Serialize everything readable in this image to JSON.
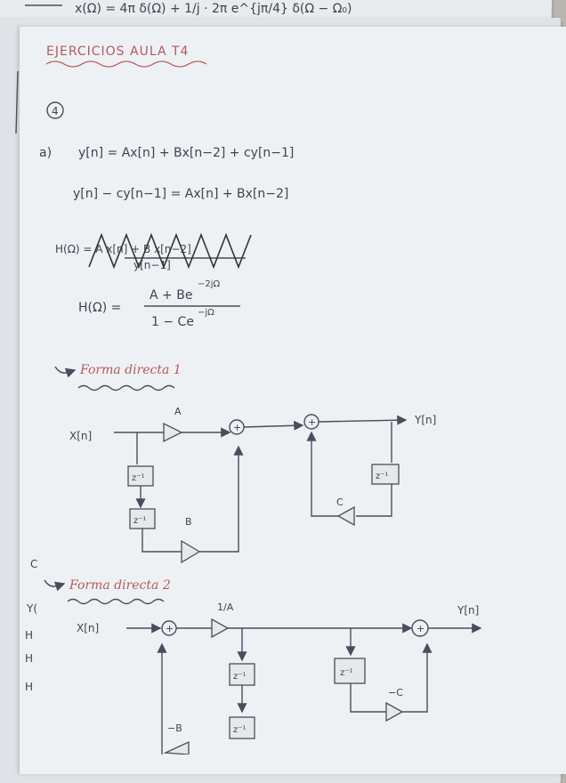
{
  "top_formula": "x(Ω) = 4π δ(Ω) + 1/j · 2π e^{jπ/4} δ(Ω − Ω₀)",
  "heading": "EJERCICIOS AULA T4",
  "problem_number": "4",
  "part_label": "a)",
  "eq1": "y[n] = Ax[n] + Bx[n−2] + cy[n−1]",
  "eq2": "y[n] − cy[n−1] = Ax[n] + Bx[n−2]",
  "crossed_num": "H(Ω) = A x[n] + B x[n−2]",
  "crossed_den": "y[n−1]",
  "h_lhs": "H(Ω) =",
  "h_num": "A + Be",
  "h_num_exp": "−2jΩ",
  "h_den": "1 − Ce",
  "h_den_exp": "−jΩ",
  "section1": "Forma directa 1",
  "section2": "Forma directa 2",
  "d1": {
    "input": "X[n]",
    "output": "Y[n]",
    "gain_a": "A",
    "gain_b": "B",
    "gain_c": "C",
    "delay": "z⁻¹",
    "adder": "+"
  },
  "d2": {
    "input": "X[n]",
    "output": "Y[n]",
    "gain_1a": "1/A",
    "gain_b": "−B",
    "gain_c": "−C",
    "delay": "z⁻¹",
    "adder": "+"
  },
  "margin_letters": [
    "C",
    "Y(",
    "H",
    "H",
    "H"
  ],
  "colors": {
    "paper": "#eef1f4",
    "ink": "#3f4250",
    "red_ink": "#b35a5a",
    "background": "#b9b6b1"
  }
}
